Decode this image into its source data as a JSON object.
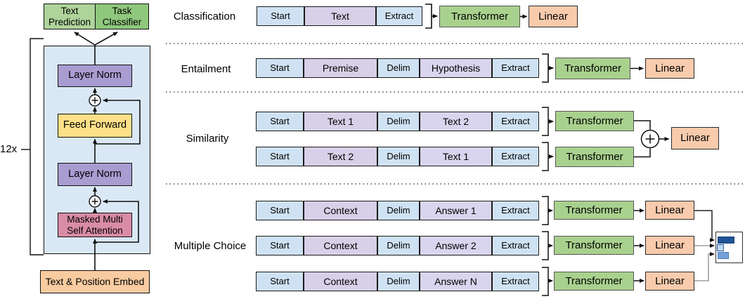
{
  "colors": {
    "tokenBlue": "#cfe2f3",
    "tokenPurple": "#d8d0e8",
    "tokenPurple2": "#dad5ef",
    "transformerGreen": "#a9d18e",
    "predictionGreen": "#aed39b",
    "classifierGreen": "#8fc87d",
    "linearOrange": "#f8cbad",
    "containerBlue": "#dae8f6",
    "layerNormPurple": "#a89cd1",
    "feedForwardYellow": "#fde088",
    "attentionPink": "#d98ca6",
    "embedOrange": "#f8cba0",
    "barDarkBlue": "#1f5597",
    "barLightBlue": "#bdd7ee",
    "barMidBlue": "#74a2d8"
  },
  "left_diagram": {
    "repeat_label": "12x",
    "text_prediction": {
      "line1": "Text",
      "line2": "Prediction"
    },
    "task_classifier": {
      "line1": "Task",
      "line2": "Classifier"
    },
    "layer_norm_top": "Layer Norm",
    "feed_forward": "Feed Forward",
    "layer_norm_bottom": "Layer Norm",
    "masked_attention": {
      "line1": "Masked Multi",
      "line2": "Self Attention"
    },
    "embed": "Text & Position Embed"
  },
  "tasks": {
    "classification": {
      "label": "Classification",
      "row": {
        "start": "Start",
        "field": "Text",
        "extract": "Extract"
      },
      "transformer": "Transformer",
      "linear": "Linear"
    },
    "entailment": {
      "label": "Entailment",
      "row": {
        "start": "Start",
        "field1": "Premise",
        "delim": "Delim",
        "field2": "Hypothesis",
        "extract": "Extract"
      },
      "transformer": "Transformer",
      "linear": "Linear"
    },
    "similarity": {
      "label": "Similarity",
      "rows": [
        {
          "start": "Start",
          "field1": "Text 1",
          "delim": "Delim",
          "field2": "Text 2",
          "extract": "Extract",
          "transformer": "Transformer"
        },
        {
          "start": "Start",
          "field1": "Text 2",
          "delim": "Delim",
          "field2": "Text 1",
          "extract": "Extract",
          "transformer": "Transformer"
        }
      ],
      "linear": "Linear"
    },
    "multiple_choice": {
      "label": "Multiple Choice",
      "rows": [
        {
          "start": "Start",
          "field1": "Context",
          "delim": "Delim",
          "field2": "Answer 1",
          "extract": "Extract",
          "transformer": "Transformer",
          "linear": "Linear"
        },
        {
          "start": "Start",
          "field1": "Context",
          "delim": "Delim",
          "field2": "Answer 2",
          "extract": "Extract",
          "transformer": "Transformer",
          "linear": "Linear"
        },
        {
          "start": "Start",
          "field1": "Context",
          "delim": "Delim",
          "field2": "Answer N",
          "extract": "Extract",
          "transformer": "Transformer",
          "linear": "Linear"
        }
      ]
    }
  }
}
